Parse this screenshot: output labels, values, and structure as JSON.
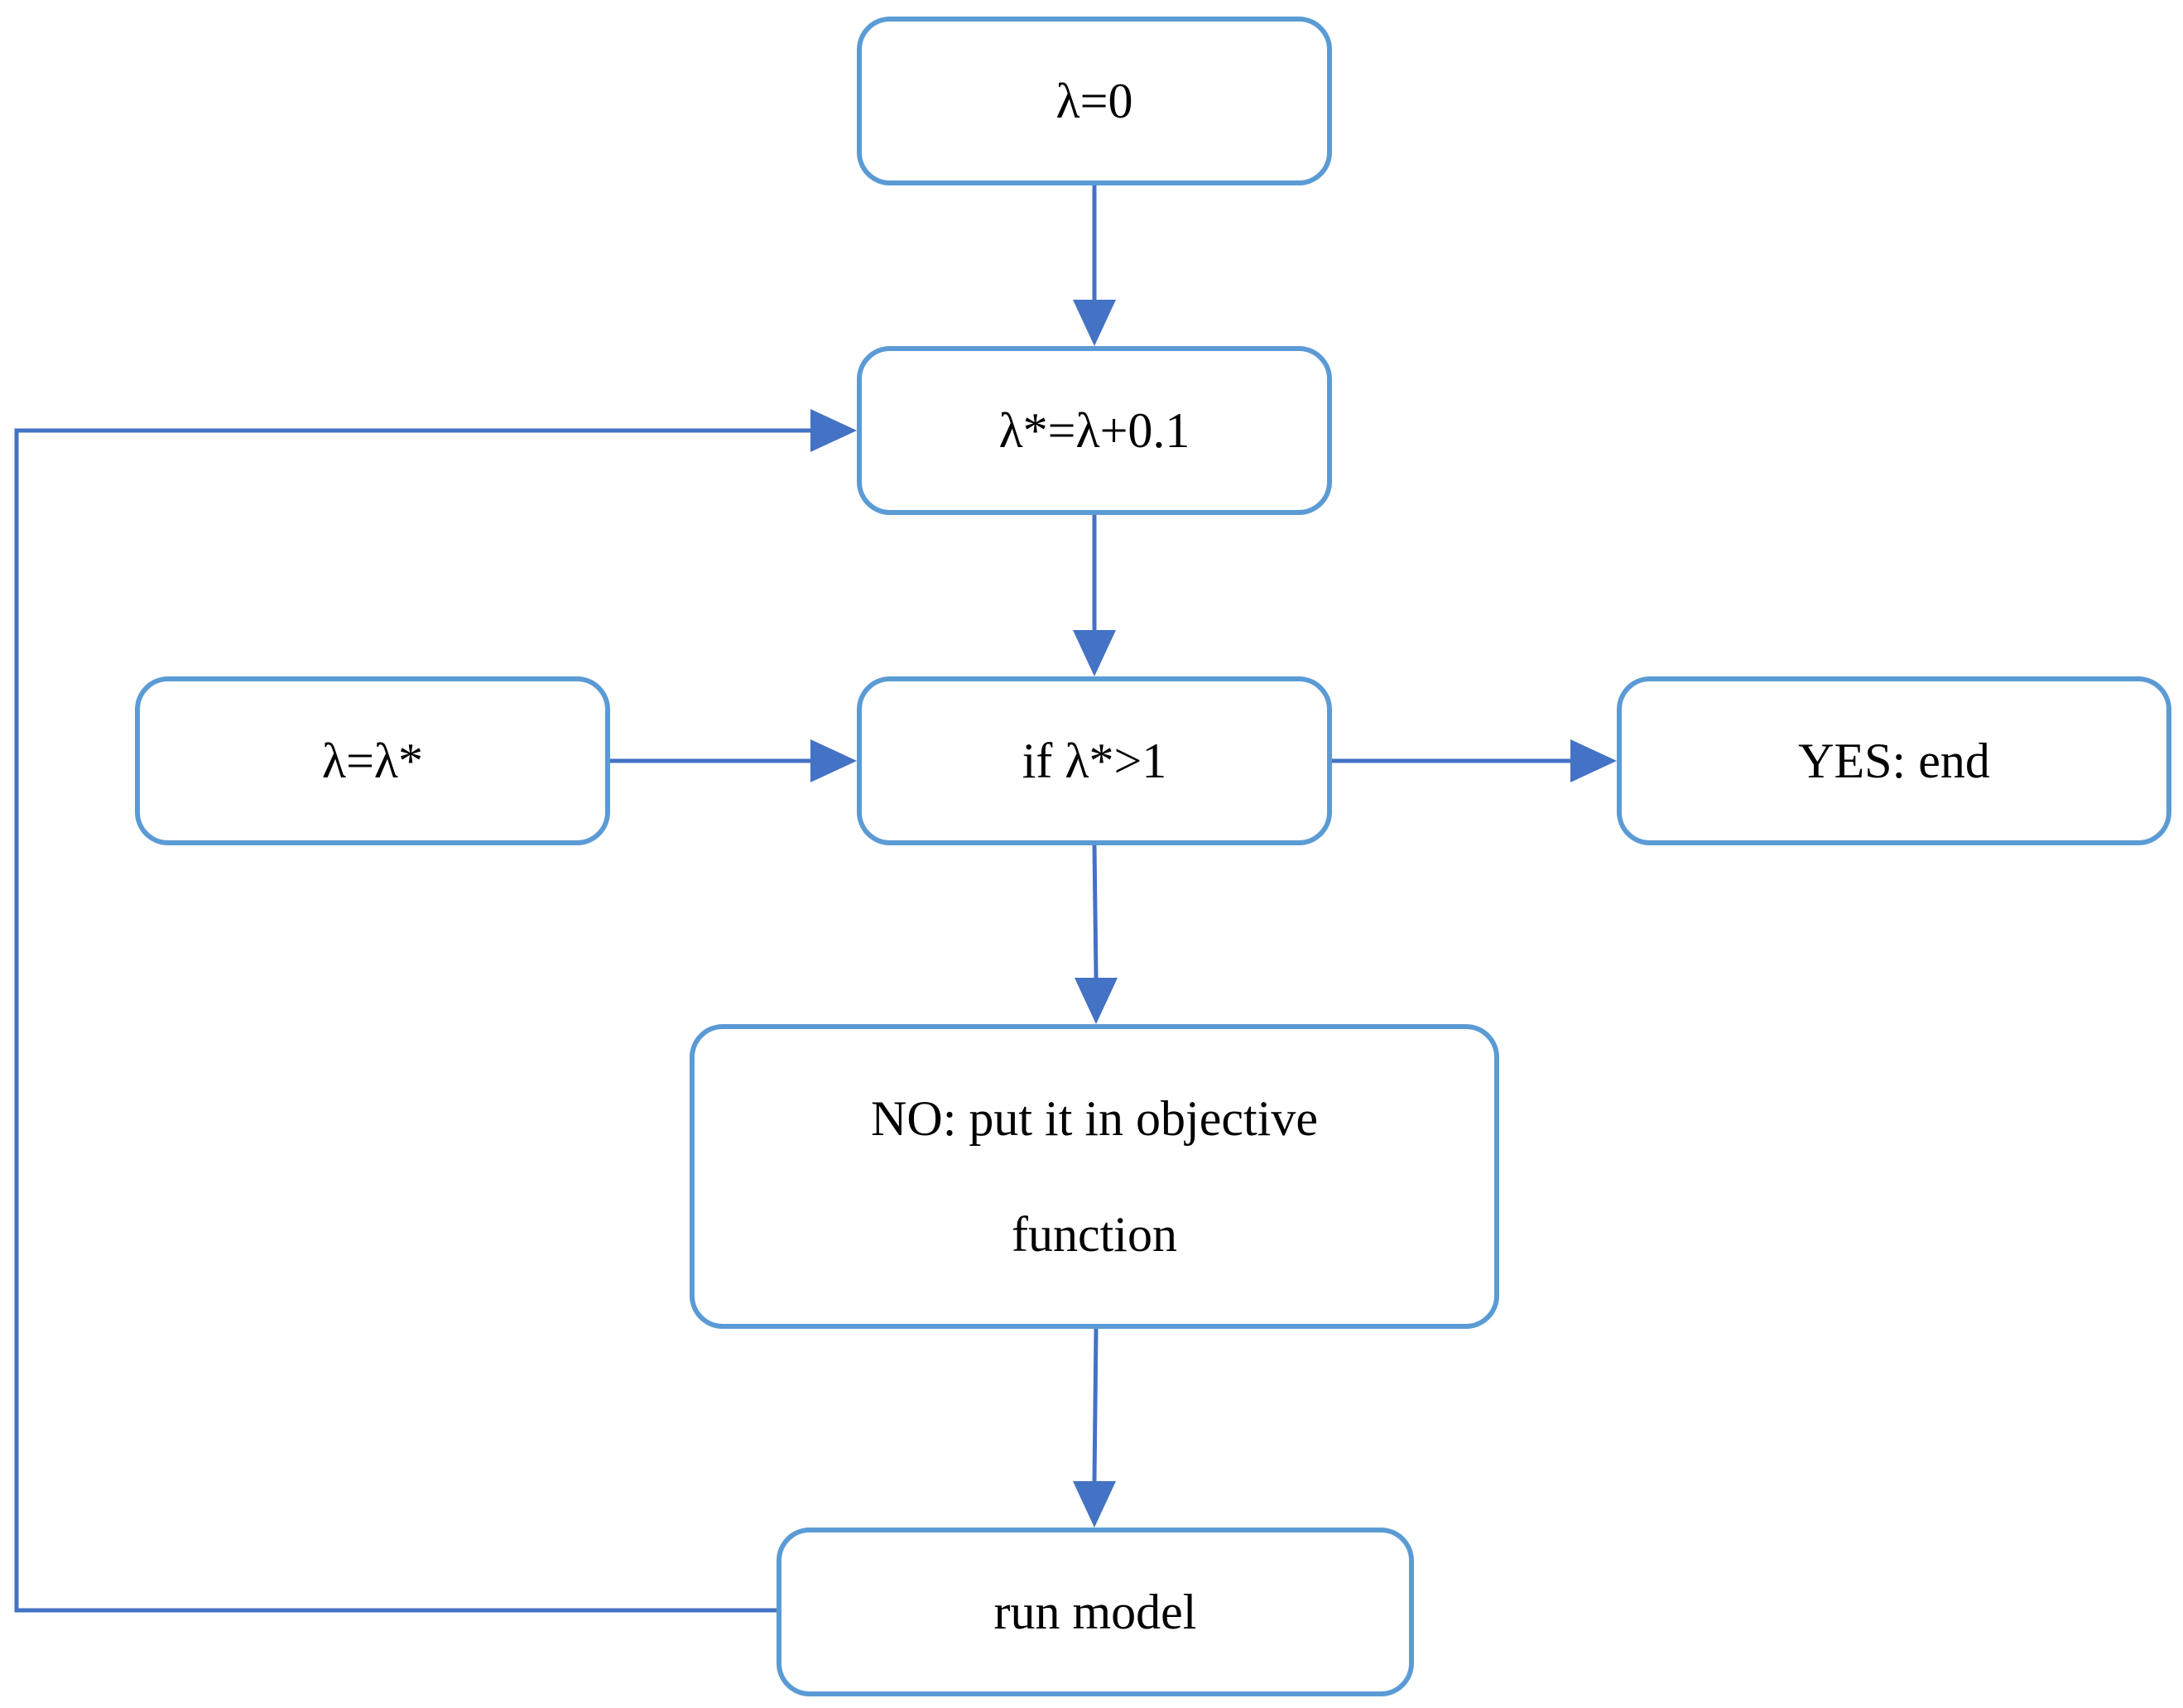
{
  "colors": {
    "node_border": "#5b9bd5",
    "connector": "#4472c4",
    "text": "#000000",
    "background": "#ffffff"
  },
  "nodes": {
    "init": "λ=0",
    "increment": "λ*=λ+0.1",
    "check": "if λ*>1",
    "assign": "λ=λ*",
    "end": "YES: end",
    "no_line1": "NO: put it in objective",
    "no_line2": "function",
    "run": "run model"
  },
  "edges": [
    {
      "from": "init",
      "to": "increment"
    },
    {
      "from": "increment",
      "to": "check"
    },
    {
      "from": "check",
      "to": "no"
    },
    {
      "from": "no",
      "to": "run"
    },
    {
      "from": "run",
      "to": "increment"
    },
    {
      "from": "assign",
      "to": "check"
    },
    {
      "from": "check",
      "to": "end"
    }
  ]
}
